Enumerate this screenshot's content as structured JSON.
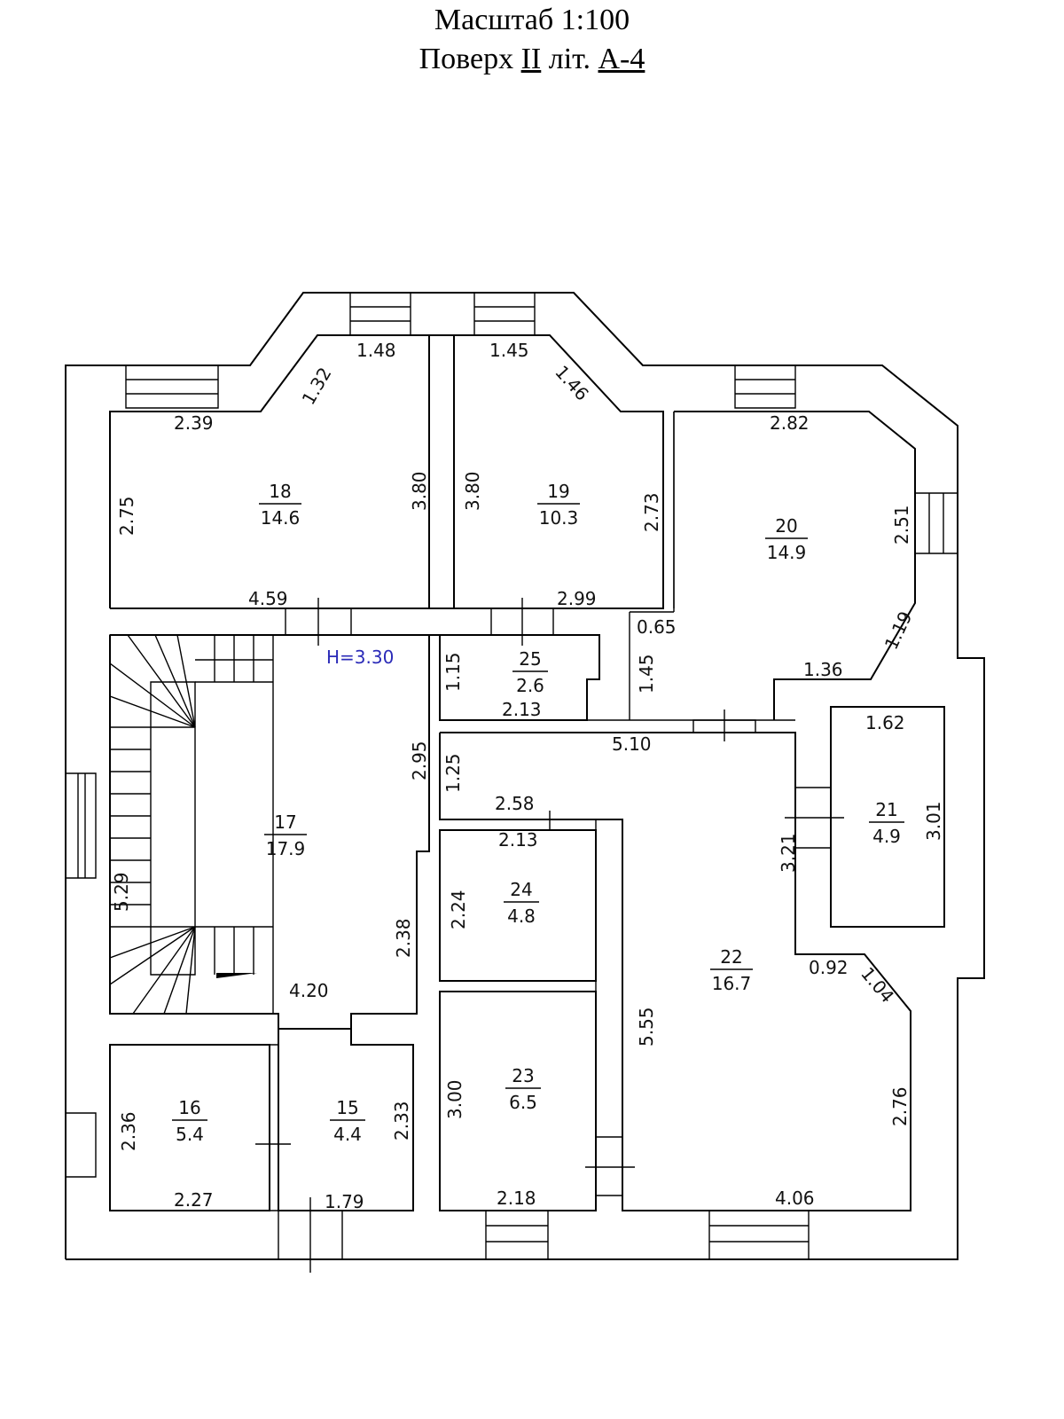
{
  "header": {
    "scale_label": "Масштаб 1:100",
    "floor_word": "Поверх",
    "floor_number": "II",
    "litera_word": "літ.",
    "litera_value": "А-4"
  },
  "height_label": "Н=3.30",
  "rooms": [
    {
      "id": "15",
      "area": "4.4"
    },
    {
      "id": "16",
      "area": "5.4"
    },
    {
      "id": "17",
      "area": "17.9"
    },
    {
      "id": "18",
      "area": "14.6"
    },
    {
      "id": "19",
      "area": "10.3"
    },
    {
      "id": "20",
      "area": "14.9"
    },
    {
      "id": "21",
      "area": "4.9"
    },
    {
      "id": "22",
      "area": "16.7"
    },
    {
      "id": "23",
      "area": "6.5"
    },
    {
      "id": "24",
      "area": "4.8"
    },
    {
      "id": "25",
      "area": "2.6"
    }
  ],
  "dimensions": [
    "1.48",
    "1.45",
    "1.32",
    "1.46",
    "2.39",
    "2.82",
    "2.75",
    "3.80",
    "3.80",
    "2.73",
    "2.51",
    "4.59",
    "2.99",
    "0.65",
    "1.19",
    "1.36",
    "1.15",
    "1.45",
    "2.13",
    "5.10",
    "1.62",
    "2.95",
    "1.25",
    "2.58",
    "2.13",
    "3.21",
    "3.01",
    "5.29",
    "2.24",
    "2.38",
    "0.92",
    "1.04",
    "4.20",
    "5.55",
    "2.36",
    "2.33",
    "3.00",
    "2.76",
    "2.27",
    "1.79",
    "2.18",
    "4.06"
  ]
}
